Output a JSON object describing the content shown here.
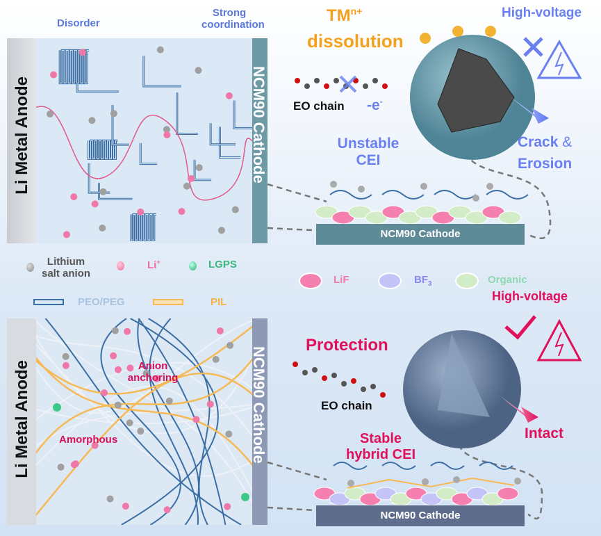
{
  "top_panel": {
    "anode_label": "Li Metal Anode",
    "cathode_label": "NCM90 Cathode",
    "disorder_label": "Disorder",
    "strong_coordination_label": "Strong coordination"
  },
  "bottom_panel": {
    "anode_label": "Li Metal Anode",
    "cathode_label": "NCM90 Cathode",
    "anion_anchoring_label": "Anion anchoring",
    "amorphous_label": "Amorphous"
  },
  "top_right": {
    "tm_label": "TM",
    "tm_superscript": "n+",
    "dissolution_label": "dissolution",
    "high_voltage_label": "High-voltage",
    "eo_chain_label": "EO  chain",
    "electron_label": "-e",
    "electron_superscript": "-",
    "unstable_cei_line1": "Unstable",
    "unstable_cei_line2": "CEI",
    "crack_label": "Crack",
    "ampersand": "&",
    "erosion_label": "Erosion",
    "cathode_base_label": "NCM90 Cathode"
  },
  "bottom_right": {
    "high_voltage_label": "High-voltage",
    "protection_label": "Protection",
    "eo_chain_label": "EO  chain",
    "intact_label": "Intact",
    "stable_cei_line1": "Stable",
    "stable_cei_line2": "hybrid CEI",
    "cathode_base_label": "NCM90 Cathode"
  },
  "legend": {
    "lithium_salt_anion_line1": "Lithium",
    "lithium_salt_anion_line2": "salt anion",
    "li_ion": "Li",
    "li_ion_sup": "+",
    "lgps": "LGPS",
    "peo_peg": "PEO/PEG",
    "pil": "PIL",
    "lif": "LiF",
    "bf3": "BF",
    "bf3_sub": "3",
    "organic": "Organic"
  },
  "colors": {
    "orange": "#f4a21e",
    "blue_accent": "#6a80f0",
    "crimson": "#e0105a",
    "polymer_blue": "#3a6ea5",
    "pil_orange": "#f7b955",
    "li_pink": "#f078a8",
    "lgps_green": "#3cc886",
    "anion_gray": "#9a9a9a"
  }
}
